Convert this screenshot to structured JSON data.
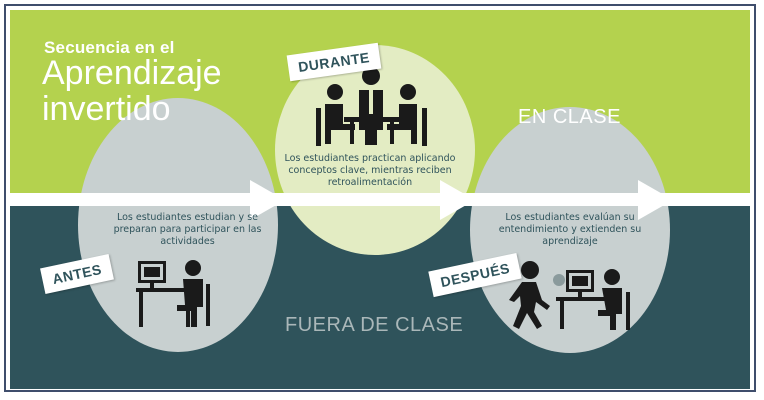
{
  "title": {
    "line1": "Secuencia en el",
    "line2": "Aprendizaje invertido"
  },
  "zones": {
    "top": "EN CLASE",
    "bottom": "FUERA DE CLASE"
  },
  "phases": {
    "during": {
      "tag": "DURANTE",
      "description": "Los estudiantes practican aplicando conceptos clave, mientras reciben retroalimentación"
    },
    "before": {
      "tag": "ANTES",
      "description": "Los estudiantes estudian y se preparan para participar en las actividades"
    },
    "after": {
      "tag": "DESPUÉS",
      "description": "Los estudiantes evalúan su entendimiento y extienden su aprendizaje"
    }
  },
  "colors": {
    "green": "#b4d24e",
    "teal": "#2f535b",
    "bubble": "#e3ecc3",
    "icon": "#1a1a1a"
  },
  "icons": [
    "meeting-icon",
    "student-at-computer-icon",
    "walking-person-icon",
    "arrow-right-icon"
  ]
}
